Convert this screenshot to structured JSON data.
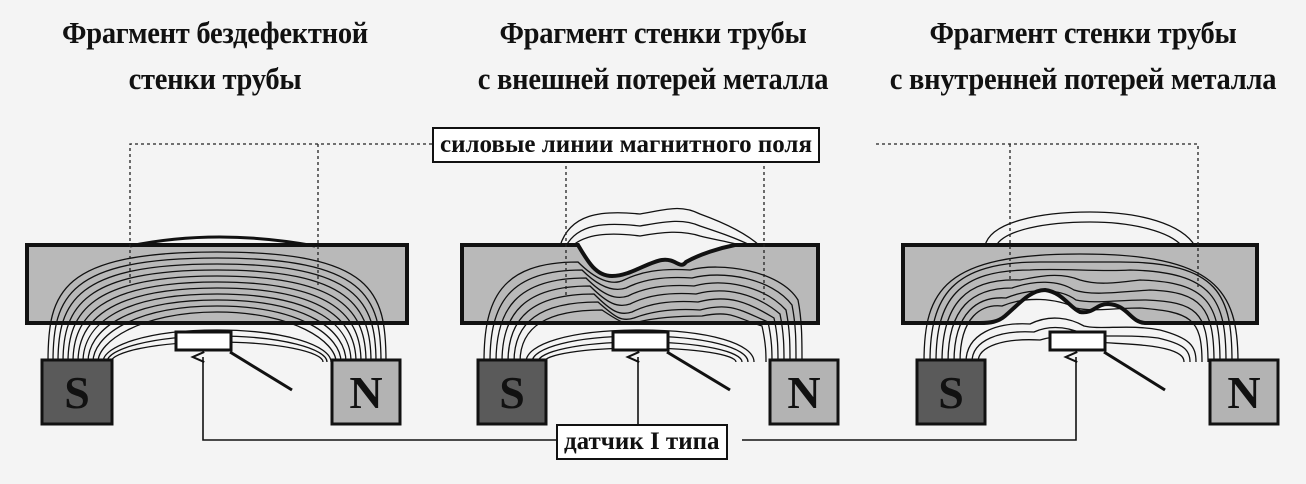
{
  "titles": [
    {
      "line1": "Фрагмент бездефектной",
      "line2": "стенки трубы"
    },
    {
      "line1": "Фрагмент стенки трубы",
      "line2": "с внешней потерей металла"
    },
    {
      "line1": "Фрагмент стенки трубы",
      "line2": "с внутренней потерей металла"
    }
  ],
  "labels": {
    "field_lines": "силовые линии магнитного поля",
    "sensor": "датчик I типа"
  },
  "magnets": {
    "south": "S",
    "north": "N"
  },
  "colors": {
    "pipe_fill": "#b9b9b9",
    "magnet_s": "#5a5a5a",
    "magnet_n": "#b3b3b3",
    "line": "#111111"
  }
}
